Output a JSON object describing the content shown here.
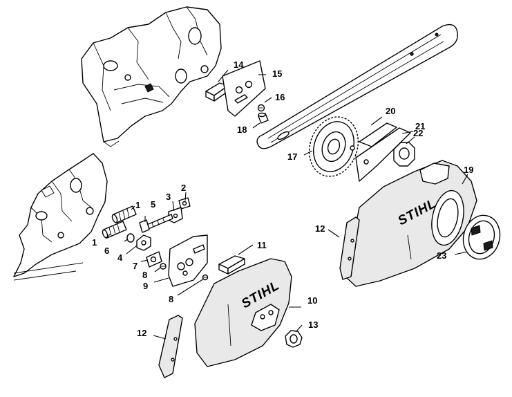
{
  "colors": {
    "line": "#000000",
    "background": "#ffffff",
    "shade": "#e9e9e9"
  },
  "brand_text": "STIHL",
  "callouts": [
    {
      "id": "c1a",
      "label": "1"
    },
    {
      "id": "c1b",
      "label": "1"
    },
    {
      "id": "c2",
      "label": "2"
    },
    {
      "id": "c3",
      "label": "3"
    },
    {
      "id": "c4",
      "label": "4"
    },
    {
      "id": "c5",
      "label": "5"
    },
    {
      "id": "c6",
      "label": "6"
    },
    {
      "id": "c7",
      "label": "7"
    },
    {
      "id": "c8a",
      "label": "8"
    },
    {
      "id": "c8b",
      "label": "8"
    },
    {
      "id": "c9",
      "label": "9"
    },
    {
      "id": "c10",
      "label": "10"
    },
    {
      "id": "c11",
      "label": "11"
    },
    {
      "id": "c12a",
      "label": "12"
    },
    {
      "id": "c12b",
      "label": "12"
    },
    {
      "id": "c13",
      "label": "13"
    },
    {
      "id": "c14",
      "label": "14"
    },
    {
      "id": "c15",
      "label": "15"
    },
    {
      "id": "c16",
      "label": "16"
    },
    {
      "id": "c17",
      "label": "17"
    },
    {
      "id": "c18",
      "label": "18"
    },
    {
      "id": "c19",
      "label": "19"
    },
    {
      "id": "c20",
      "label": "20"
    },
    {
      "id": "c21",
      "label": "21"
    },
    {
      "id": "c22",
      "label": "22"
    },
    {
      "id": "c23",
      "label": "23"
    }
  ]
}
